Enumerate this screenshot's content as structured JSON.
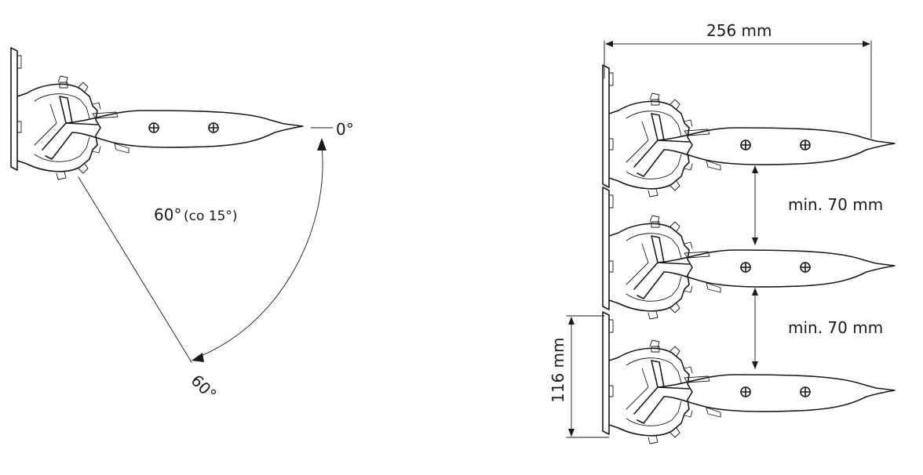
{
  "left_diagram": {
    "angle_zero_label": "0°",
    "angle_sixty_label": "60°",
    "arc_label": "60°",
    "arc_sublabel": "(co 15°)"
  },
  "right_diagram": {
    "width_label": "256 mm",
    "gap_label_1": "min. 70 mm",
    "gap_label_2": "min. 70 mm",
    "height_label": "116 mm"
  }
}
